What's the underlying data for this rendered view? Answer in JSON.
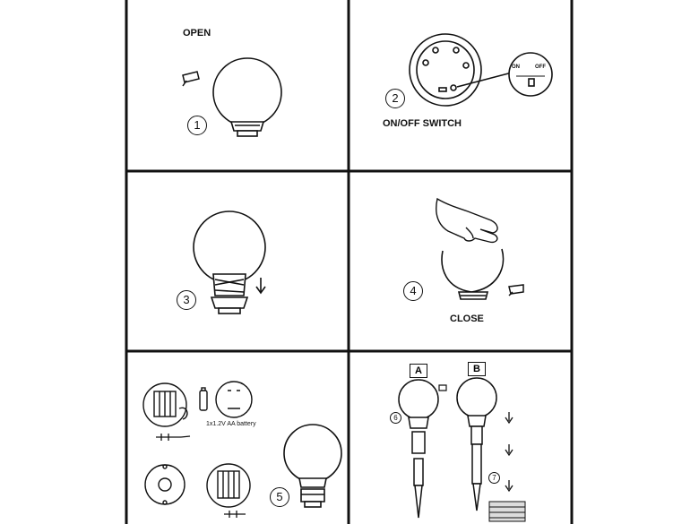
{
  "panels": {
    "p1": {
      "caption": "OPEN",
      "step": "1"
    },
    "p2": {
      "caption": "ON/OFF SWITCH",
      "step": "2",
      "switch_on": "ON",
      "switch_off": "OFF"
    },
    "p3": {
      "step": "3"
    },
    "p4": {
      "caption": "CLOSE",
      "step": "4"
    },
    "p5": {
      "battery_note": "1x1.2V AA battery",
      "step": "5"
    },
    "p6": {
      "label_a": "A",
      "label_b": "B",
      "step_a": "6",
      "step_b": "7"
    }
  }
}
